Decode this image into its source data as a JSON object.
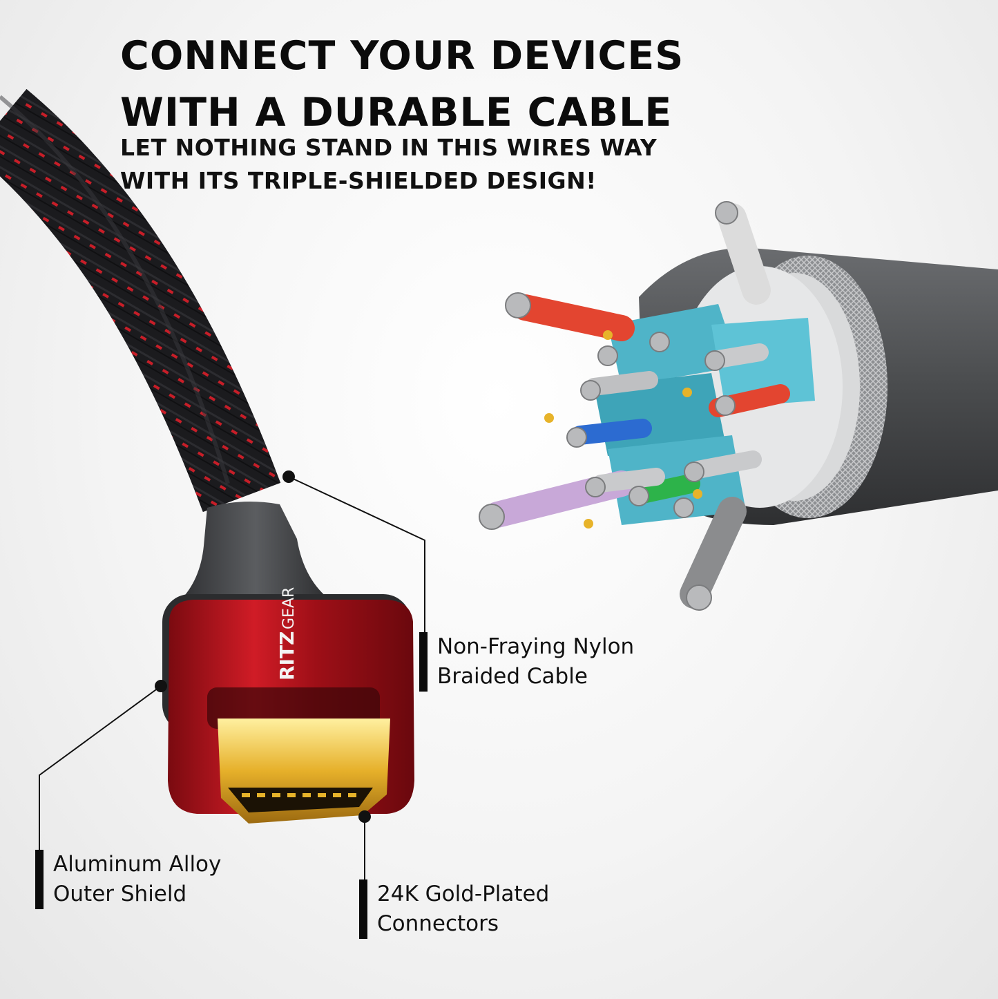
{
  "headline": {
    "line1": "CONNECT YOUR DEVICES",
    "line2": "WITH A DURABLE CABLE"
  },
  "subhead": {
    "line1": "LET NOTHING STAND IN THIS WIRES WAY",
    "line2": "WITH ITS TRIPLE-SHIELDED DESIGN!"
  },
  "brand": {
    "logo_primary": "RITZ",
    "logo_secondary": "GEAR"
  },
  "callouts": {
    "nylon": {
      "line1": "Non-Fraying Nylon",
      "line2": "Braided Cable"
    },
    "shield": {
      "line1": "Aluminum Alloy",
      "line2": "Outer Shield"
    },
    "gold": {
      "line1": "24K Gold-Plated",
      "line2": "Connectors"
    }
  },
  "colors": {
    "braid": "#1a1a1c",
    "braid_accent": "#d4202a",
    "shell_red": "#b3121c",
    "gold": "#e7b32a",
    "jacket_gray": "#4e5052",
    "foil_teal": "#4fb4c8",
    "text": "#111111"
  },
  "icons": [
    "cable-illustration",
    "hdmi-connector",
    "cable-cross-section"
  ]
}
